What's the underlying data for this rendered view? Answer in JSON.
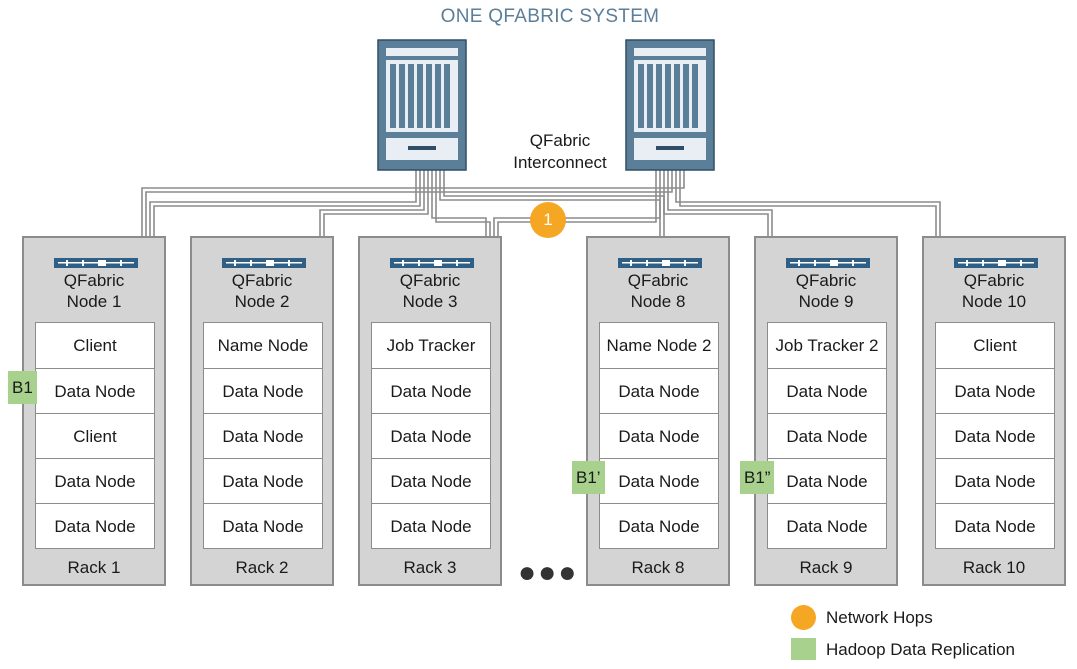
{
  "title": "ONE QFABRIC SYSTEM",
  "interconnect": {
    "line1": "QFabric",
    "line2": "Interconnect"
  },
  "hop_badge": "1",
  "colors": {
    "title": "#5b7f99",
    "hop": "#f5a623",
    "replica": "#a9d18e",
    "rack": "#d4d4d4",
    "line": "#8c8c8c"
  },
  "racks": [
    {
      "node_line1": "QFabric",
      "node_line2": "Node 1",
      "slots": [
        "Client",
        "Data Node",
        "Client",
        "Data Node",
        "Data Node"
      ],
      "label": "Rack 1"
    },
    {
      "node_line1": "QFabric",
      "node_line2": "Node 2",
      "slots": [
        "Name Node",
        "Data Node",
        "Data Node",
        "Data Node",
        "Data Node"
      ],
      "label": "Rack 2"
    },
    {
      "node_line1": "QFabric",
      "node_line2": "Node 3",
      "slots": [
        "Job Tracker",
        "Data Node",
        "Data Node",
        "Data Node",
        "Data Node"
      ],
      "label": "Rack 3"
    },
    {
      "node_line1": "QFabric",
      "node_line2": "Node 8",
      "slots": [
        "Name Node 2",
        "Data Node",
        "Data Node",
        "Data Node",
        "Data Node"
      ],
      "label": "Rack 8"
    },
    {
      "node_line1": "QFabric",
      "node_line2": "Node 9",
      "slots": [
        "Job Tracker 2",
        "Data Node",
        "Data Node",
        "Data Node",
        "Data Node"
      ],
      "label": "Rack 9"
    },
    {
      "node_line1": "QFabric",
      "node_line2": "Node 10",
      "slots": [
        "Client",
        "Data Node",
        "Data Node",
        "Data Node",
        "Data Node"
      ],
      "label": "Rack 10"
    }
  ],
  "markers": [
    {
      "text": "B1",
      "rack": 0,
      "slot": 1
    },
    {
      "text": "B1’",
      "rack": 3,
      "slot": 3
    },
    {
      "text": "B1”",
      "rack": 4,
      "slot": 3
    }
  ],
  "ellipsis": "●●●",
  "legend": {
    "hops": "Network Hops",
    "replication": "Hadoop Data Replication"
  }
}
